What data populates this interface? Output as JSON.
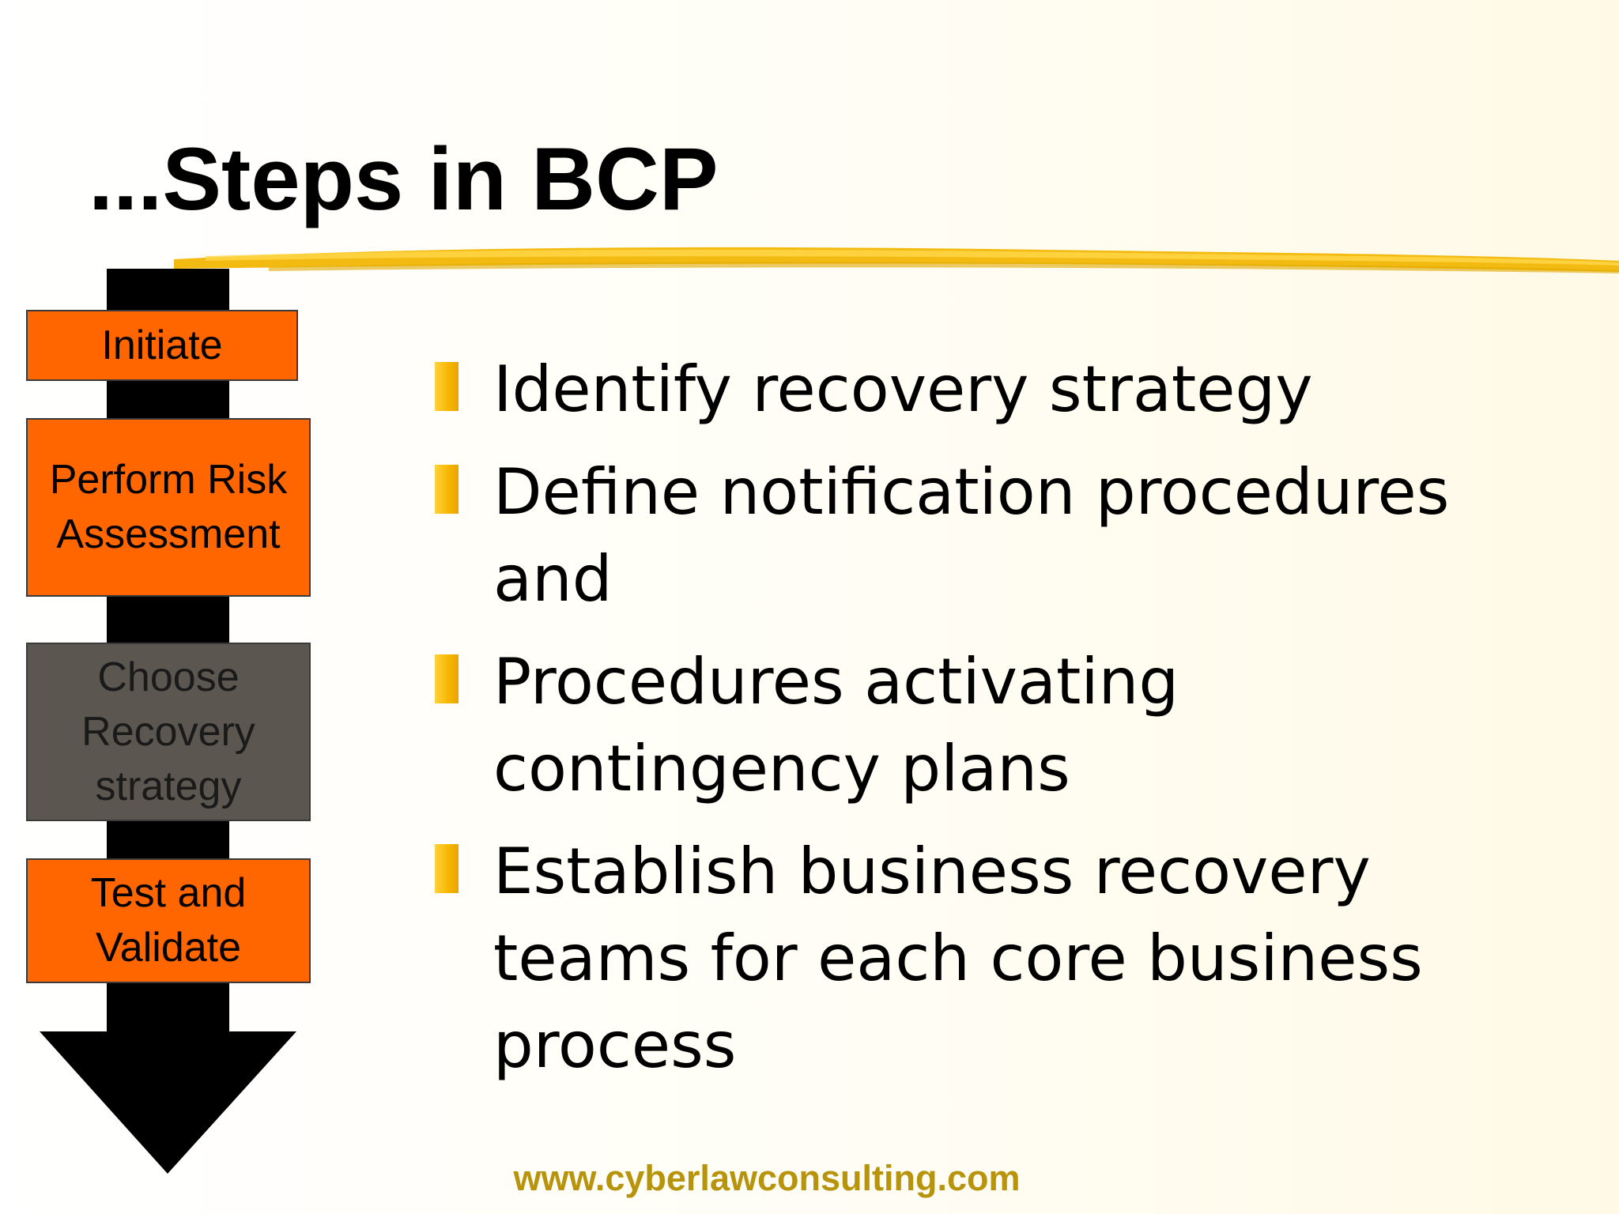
{
  "slide": {
    "title": "...Steps in BCP",
    "steps": [
      {
        "label": "Initiate",
        "state": "default"
      },
      {
        "label": "Perform Risk Assessment",
        "state": "default"
      },
      {
        "label": "Choose Recovery strategy",
        "state": "current"
      },
      {
        "label": "Test and Validate",
        "state": "default"
      }
    ],
    "bullets": [
      "Identify recovery strategy",
      "Define notification procedures and",
      "Procedures activating contingency plans",
      "Establish business recovery teams for each core business process"
    ],
    "footer": "www.cyberlawconsulting.com"
  },
  "colors": {
    "step_default": "#ff6600",
    "step_current": "#5b5750",
    "arrow": "#000000",
    "bullet_marker": "#f7b500",
    "brush_stroke": "#f2b705",
    "footer_text": "#b8940c"
  },
  "icons": {
    "bullet_marker": "yellow-bar-icon",
    "flow_arrow": "down-arrow-icon"
  }
}
